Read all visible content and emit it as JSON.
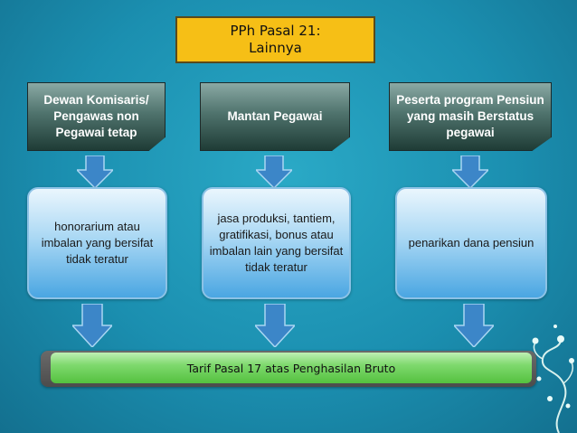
{
  "title": {
    "line1": "PPh Pasal 21:",
    "line2": "Lainnya"
  },
  "categories": [
    {
      "label": "Dewan Komisaris/ Pengawas non Pegawai tetap"
    },
    {
      "label": "Mantan Pegawai"
    },
    {
      "label": "Peserta program Pensiun yang masih Berstatus pegawai"
    }
  ],
  "incomes": [
    {
      "text": "honorarium atau imbalan yang bersifat tidak teratur"
    },
    {
      "text": "jasa produksi, tantiem, gratifikasi, bonus atau imbalan lain yang bersifat tidak teratur"
    },
    {
      "text": "penarikan dana pensiun"
    }
  ],
  "tariff": {
    "text": "Tarif Pasal 17 atas Penghasilan Bruto"
  },
  "colors": {
    "title_fill": "#f6bf16",
    "category_fill": "#4f736d",
    "income_fill": "#4aa6e2",
    "arrow_fill": "#3c86c8",
    "tariff_fill": "#7fd96e",
    "background": "#1b8fb0"
  }
}
